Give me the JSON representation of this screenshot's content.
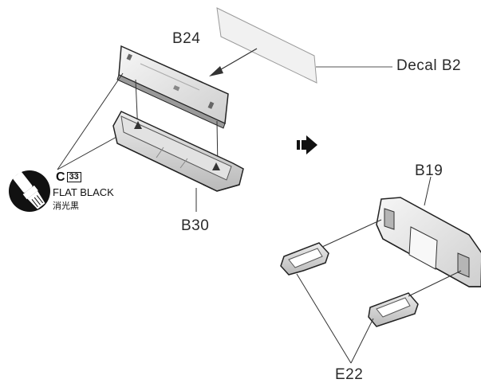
{
  "labels": {
    "b24": "B24",
    "decal": "Decal B2",
    "b30": "B30",
    "b19": "B19",
    "e22": "E22"
  },
  "paint": {
    "code_letter": "C",
    "code_number": "33",
    "name": "FLAT BLACK",
    "name_jp": "消光黒"
  }
}
